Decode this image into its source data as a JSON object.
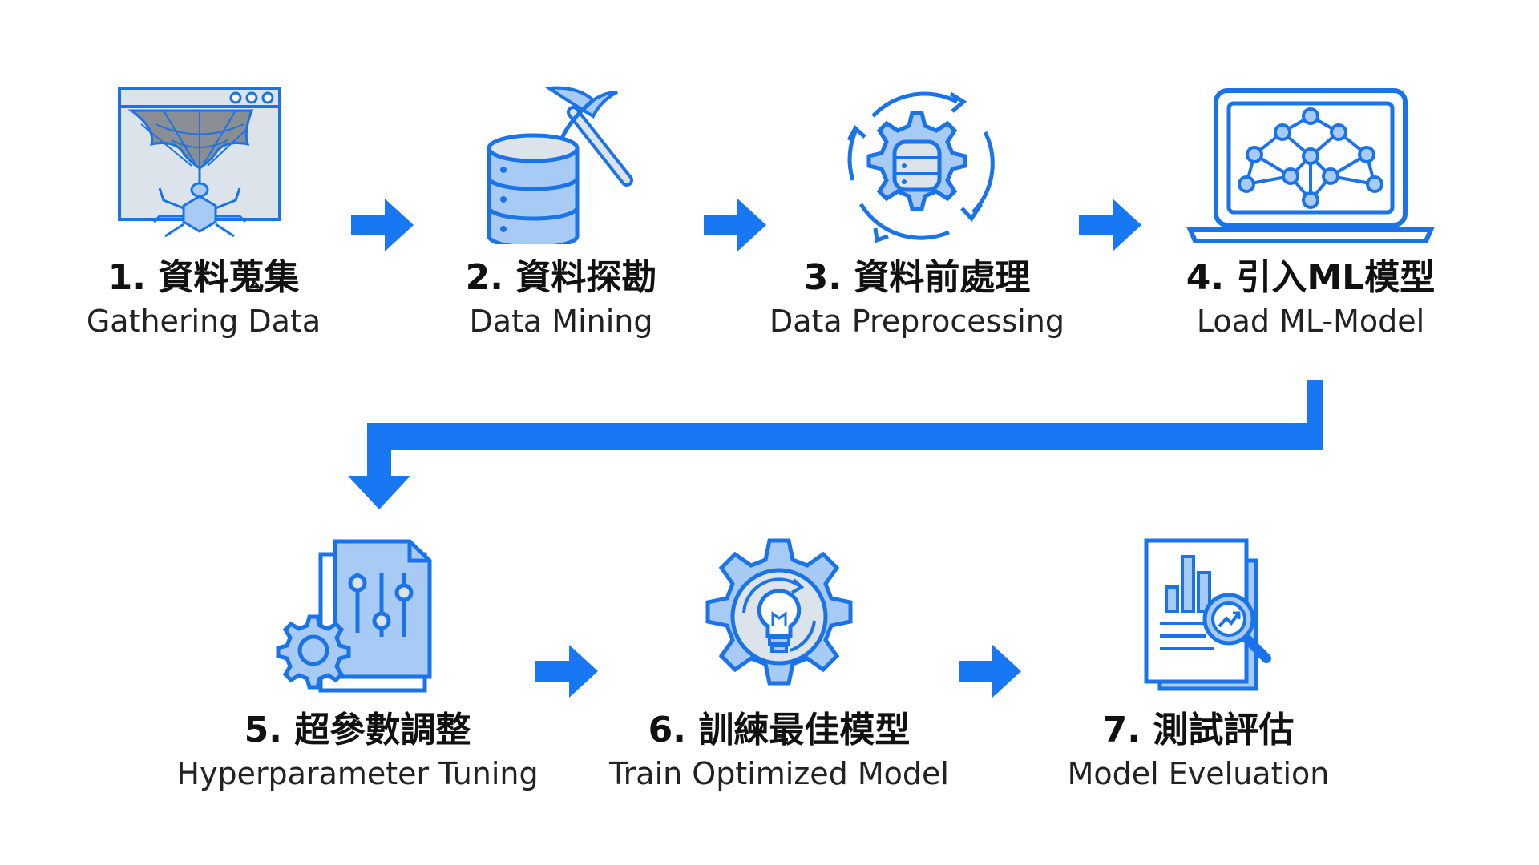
{
  "colors": {
    "primary": "#1877f2",
    "icon_stroke": "#1a73e8",
    "icon_fill": "#a8cbf5",
    "icon_bg": "#dce3ea",
    "web_gray": "#8a8d92",
    "title": "#111111",
    "subtitle": "#222222"
  },
  "steps": [
    {
      "title": "1. 資料蒐集",
      "subtitle": "Gathering Data",
      "icon": "spider-web-icon"
    },
    {
      "title": "2. 資料探勘",
      "subtitle": "Data Mining",
      "icon": "database-pickaxe-icon"
    },
    {
      "title": "3. 資料前處理",
      "subtitle": "Data Preprocessing",
      "icon": "gear-database-cycle-icon"
    },
    {
      "title": "4. 引入ML模型",
      "subtitle": "Load ML-Model",
      "icon": "laptop-neural-network-icon"
    },
    {
      "title": "5. 超參數調整",
      "subtitle": "Hyperparameter Tuning",
      "icon": "sliders-document-gear-icon"
    },
    {
      "title": "6. 訓練最佳模型",
      "subtitle": "Train Optimized Model",
      "icon": "gear-lightbulb-icon"
    },
    {
      "title": "7. 測試評估",
      "subtitle": "Model Eveluation",
      "icon": "report-magnifier-icon"
    }
  ]
}
